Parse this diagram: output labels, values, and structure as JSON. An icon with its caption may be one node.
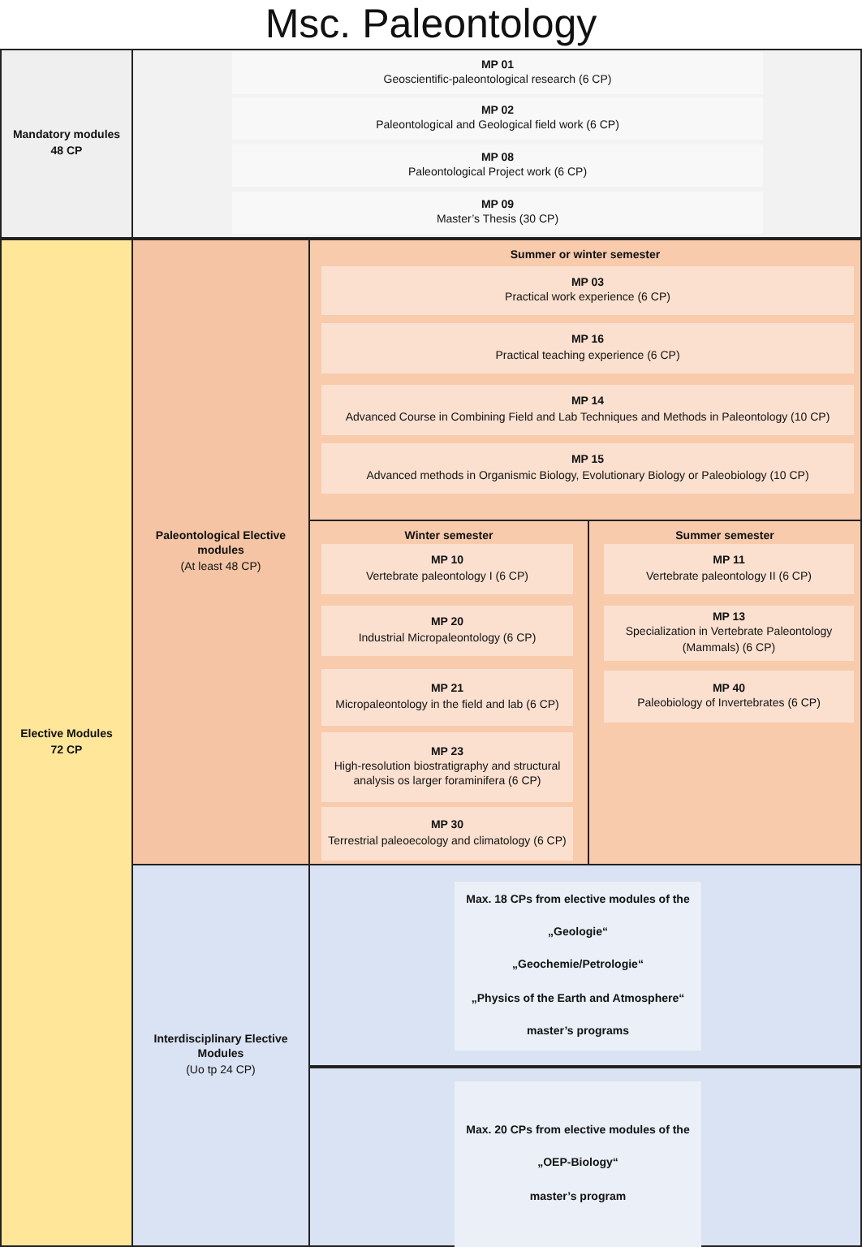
{
  "diagram": {
    "title": "Msc. Paleontology",
    "nodes": [
      {
        "text": [
          "Mandatory modules",
          "48 CP"
        ]
      },
      {
        "text": [
          "MP 01",
          "Geoscientific-paleontological research (6 CP)"
        ]
      },
      {
        "text": [
          "MP 02",
          "Paleontological and Geological field work (6 CP)"
        ]
      },
      {
        "text": [
          "MP 08",
          "Paleontological Project work (6 CP)"
        ]
      },
      {
        "text": [
          "MP 09",
          "Master’s Thesis (30 CP)"
        ]
      },
      {
        "text": [
          "Elective Modules",
          "72 CP"
        ]
      },
      {
        "text": [
          "Paleontological Elective modules",
          "(At least 48 CP)"
        ]
      },
      {
        "text": [
          "Summer or winter semester"
        ]
      },
      {
        "text": [
          "MP 03",
          "Practical work experience (6 CP)"
        ],
        "in": 7
      },
      {
        "text": [
          "MP 16",
          "Practical teaching experience (6 CP)"
        ],
        "in": 7
      },
      {
        "text": [
          "MP 14",
          "Advanced Course in Combining Field and Lab Techniques and Methods in Paleontology (10 CP)"
        ],
        "in": 7
      },
      {
        "text": [
          "MP 15",
          "Advanced methods in Organismic Biology, Evolutionary Biology or Paleobiology (10 CP)"
        ],
        "in": 7
      },
      {
        "text": [
          "Winter semester"
        ]
      },
      {
        "text": [
          "MP 10",
          "Vertebrate paleontology I (6 CP)"
        ],
        "in": 12
      },
      {
        "text": [
          "MP 20",
          "Industrial Micropaleontology (6 CP)"
        ],
        "in": 12
      },
      {
        "text": [
          "MP 21",
          "Micropaleontology in the field and lab (6 CP)"
        ],
        "in": 12
      },
      {
        "text": [
          "MP 23",
          "High-resolution biostratigraphy and structural analysis os larger foraminifera (6 CP)"
        ],
        "in": 12
      },
      {
        "text": [
          "MP 30",
          "Terrestrial paleoecology and climatology (6 CP)"
        ],
        "in": 12
      },
      {
        "text": [
          "Summer semester"
        ]
      },
      {
        "text": [
          "MP 11",
          "Vertebrate paleontology II (6 CP)"
        ],
        "in": 18
      },
      {
        "text": [
          "MP 13",
          "Specialization in Vertebrate Paleontology (Mammals) (6 CP)"
        ],
        "in": 18
      },
      {
        "text": [
          "MP 40",
          "Paleobiology of Invertebrates (6 CP)"
        ],
        "in": 18
      },
      {
        "text": [
          "Interdisciplinary Elective Modules",
          "(Uo tp 24 CP)"
        ]
      },
      {
        "text": [
          "Max. 18 CPs from elective modules of the",
          "„Geologie“",
          "„Geochemie/Petrologie“",
          "„Physics of the Earth and Atmosphere“",
          "master’s programs"
        ]
      },
      {
        "text": [
          "Max. 20 CPs from elective modules of the",
          "„OEP-Biology“",
          "master’s program"
        ]
      }
    ]
  }
}
